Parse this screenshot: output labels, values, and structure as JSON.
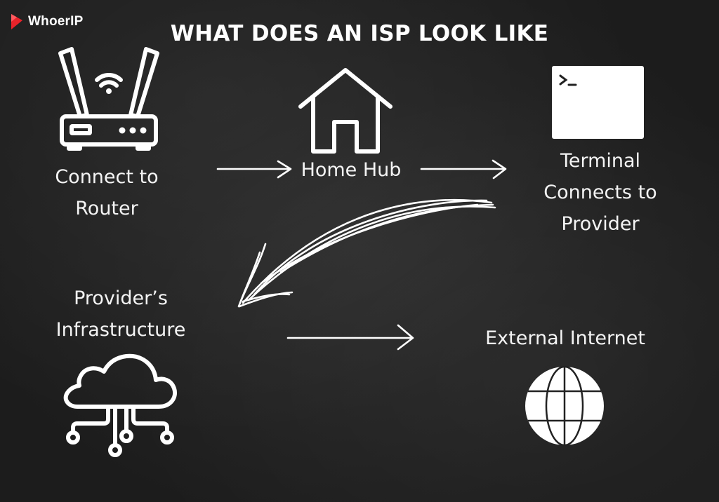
{
  "brand": {
    "name": "WhoerIP",
    "icon": "whoerip-logo-icon",
    "accent": "#e8232a"
  },
  "title": "WHAT DOES AN ISP LOOK LIKE",
  "nodes": {
    "router": {
      "label_lines": [
        "Connect to",
        "Router"
      ],
      "icon": "wifi-router-icon"
    },
    "home_hub": {
      "label": "Home Hub",
      "icon": "house-icon"
    },
    "terminal": {
      "label_lines": [
        "Terminal",
        "Connects to",
        "Provider"
      ],
      "icon": "terminal-icon"
    },
    "infrastructure": {
      "label_lines": [
        "Provider’s",
        "Infrastructure"
      ],
      "icon": "cloud-network-icon"
    },
    "external": {
      "label": "External Internet",
      "icon": "globe-icon"
    }
  },
  "colors": {
    "background": "#222222",
    "foreground": "#ffffff"
  }
}
